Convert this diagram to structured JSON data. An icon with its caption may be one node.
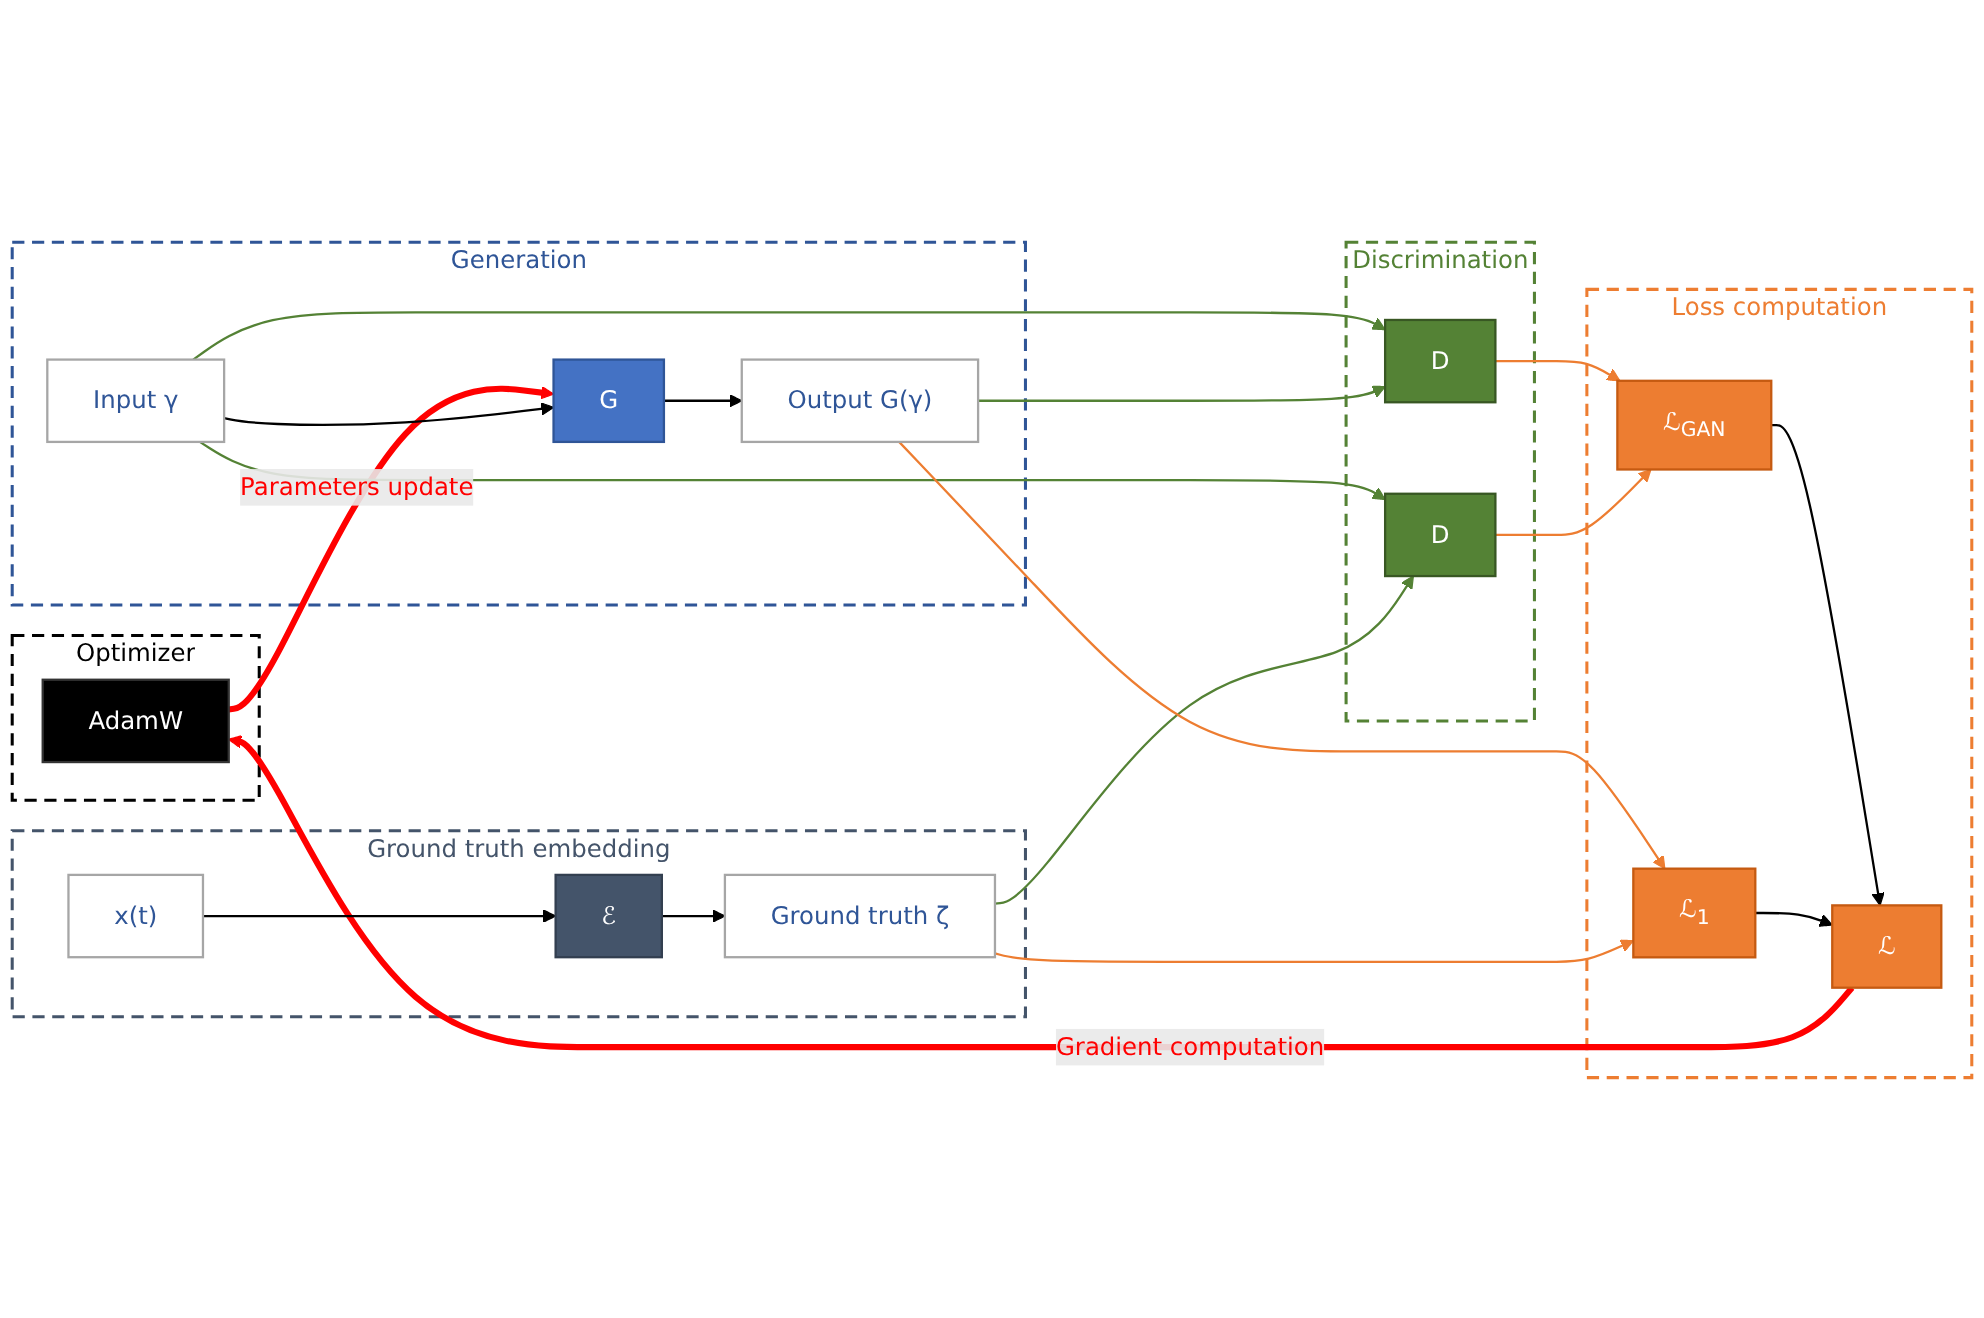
{
  "diagram": {
    "nodes": [
      {
        "text": [
          "Optimizer"
        ]
      },
      {
        "text": [
          "AdamW"
        ],
        "in": 0
      },
      {
        "text": [
          "Generation"
        ]
      },
      {
        "text": [
          "Input γ"
        ],
        "in": 2
      },
      {
        "text": [
          "G"
        ],
        "in": 2
      },
      {
        "text": [
          "Output G(γ)"
        ],
        "in": 2
      },
      {
        "text": [
          "Discrimination"
        ]
      },
      {
        "text": [
          "D"
        ],
        "in": 6
      },
      {
        "text": [
          "D"
        ],
        "in": 6
      },
      {
        "text": [
          "Loss computation"
        ]
      },
      {
        "text": [
          "ℒ$_{GAN}$"
        ],
        "in": 9
      },
      {
        "text": [
          "ℒ"
        ],
        "in": 9
      },
      {
        "text": [
          "ℒ$_{1}$"
        ],
        "in": 9
      },
      {
        "text": [
          "Ground truth embedding"
        ]
      },
      {
        "text": [
          "x(t)"
        ],
        "in": 13
      },
      {
        "text": [
          "ℰ"
        ],
        "in": 13
      },
      {
        "text": [
          "Ground truth ζ"
        ],
        "in": 13
      }
    ],
    "edges": [
      {
        "from": 1,
        "to": 4,
        "arrow": "to",
        "label": "Parameters update",
        "style": "thick",
        "color": "#ff0000"
      },
      {
        "from": 11,
        "to": 1,
        "arrow": "to",
        "label": "Gradient computation",
        "style": "thick",
        "color": "#ff0000"
      },
      {
        "from": 3,
        "to": 4,
        "arrow": "to"
      },
      {
        "from": 4,
        "to": 5,
        "arrow": "to"
      },
      {
        "from": 3,
        "to": 7,
        "arrow": "to",
        "color": "#548235"
      },
      {
        "from": 5,
        "to": 7,
        "arrow": "to",
        "color": "#548235"
      },
      {
        "from": 3,
        "to": 8,
        "arrow": "to",
        "color": "#548235"
      },
      {
        "from": 16,
        "to": 8,
        "arrow": "to",
        "color": "#548235"
      },
      {
        "from": 7,
        "to": 10,
        "arrow": "to",
        "color": "#ed7d31"
      },
      {
        "from": 8,
        "to": 10,
        "arrow": "to",
        "color": "#ed7d31"
      },
      {
        "from": 5,
        "to": 12,
        "arrow": "to",
        "color": "#ed7d31"
      },
      {
        "from": 16,
        "to": 12,
        "arrow": "to",
        "color": "#ed7d31"
      },
      {
        "from": 10,
        "to": 11,
        "arrow": "to"
      },
      {
        "from": 12,
        "to": 11,
        "arrow": "to"
      },
      {
        "from": 14,
        "to": 15,
        "arrow": "to"
      },
      {
        "from": 15,
        "to": 16,
        "arrow": "to"
      }
    ]
  }
}
